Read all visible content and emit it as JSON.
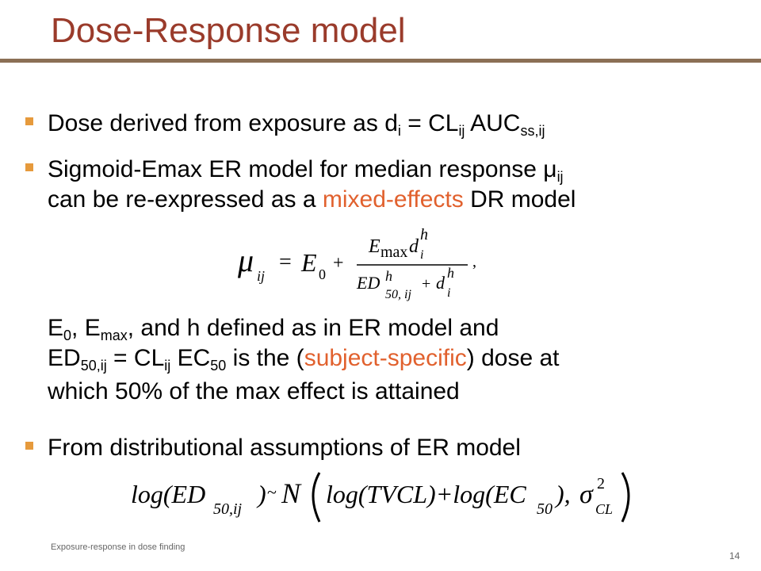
{
  "title": "Dose-Response model",
  "colors": {
    "title": "#9a3b2b",
    "accent": "#e1612e",
    "bullet": "#e69a3c",
    "rule": "#8b6f55"
  },
  "bullets": [
    {
      "text": "Dose derived from exposure as d",
      "sub_i": "i",
      "eq": " = CL",
      "sub_ij": "ij",
      "auc": " AUC",
      "sub_ss": "ss,ij"
    },
    {
      "line1_a": "Sigmoid-Emax ER model for median response μ",
      "line1_sub": "ij",
      "line2_a": "can be re-expressed as a ",
      "line2_highlight": "mixed-effects",
      "line2_b": " DR model"
    },
    {
      "text": "From distributional assumptions of ER model"
    }
  ],
  "paragraph": {
    "l1_e": "E",
    "l1_sub0": "0",
    "l1_mid": ", E",
    "l1_submax": "max",
    "l1_rest": ", and h defined as in ER model and",
    "l2_ed": "ED",
    "l2_sub": "50,ij",
    "l2_eq": " = CL",
    "l2_subij": "ij",
    "l2_ec": " EC",
    "l2_sub50": "50",
    "l2_rest": " is the (",
    "l2_highlight": "subject-specific",
    "l2_end": ") dose at",
    "l3": "which 50% of the max effect is attained"
  },
  "equation1": {
    "mu": "μ",
    "ij": "ij",
    "eq": "=",
    "E": "E",
    "zero": "0",
    "plus": "+",
    "Emax": "E",
    "max": "max",
    "d": "d",
    "i": "i",
    "h": "h",
    "ED": "ED",
    "fifty": "50, ij",
    "h2": "h",
    "plus2": "+",
    "d2": "d",
    "h3": "h",
    "i2": "i",
    "comma": ","
  },
  "equation2": {
    "log1": "log(ED",
    "sub50": "50,ij",
    "close1": ")",
    "tilde": "~",
    "N": "N",
    "log2": "log(TVCL)+log(EC",
    "sub50b": "50",
    "close2": "),",
    "sigma": "σ",
    "sig_sup": "2",
    "sig_sub": "CL"
  },
  "footer": "Exposure-response in dose finding",
  "page_number": "14"
}
